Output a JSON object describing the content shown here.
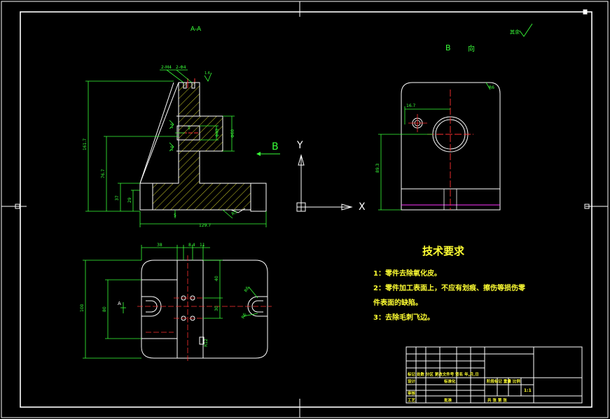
{
  "colors": {
    "background": "#000000",
    "outline": "#ffffff",
    "dimension": "#39ff39",
    "centerline": "#ff3030",
    "text_notes": "#ffff33",
    "hatch": "#ffff33",
    "hidden_line": "#ff33ff"
  },
  "views": {
    "section_label": "A-A",
    "view_b_label": "B",
    "view_b_suffix": "向",
    "arrow_b_label": "B",
    "roughness_other": "其余",
    "roughness_value": "1.6"
  },
  "section_view": {
    "callout_m4": "2-M4",
    "callout_phi4": "2-Φ4",
    "dim_height_total": "161.7",
    "dim_height_mid": "76.7",
    "dim_base_37": "37",
    "dim_base_29": "29",
    "dim_bore_60": "Φ60",
    "dim_bore_42": "Φ42",
    "dim_5": "5",
    "dim_width_total": "129.7",
    "dim_r5": "R5",
    "roughness_1": "1.6",
    "roughness_2": "1.6"
  },
  "top_view": {
    "dim_38": "38",
    "dim_8_4": "8.4",
    "dim_11": "11",
    "dim_40": "40",
    "dim_30": "30",
    "dim_80": "80",
    "dim_100": "100",
    "dim_r12": "R12",
    "dim_r6_1": "R6",
    "dim_r6_2": "R6",
    "section_mark": "A"
  },
  "view_b": {
    "dim_16_7": "16.7",
    "dim_89_3": "89.3",
    "dim_r6": "R6"
  },
  "axes": {
    "x_label": "X",
    "y_label": "Y"
  },
  "technical_requirements": {
    "title": "技术要求",
    "items": [
      "1：零件去除氧化皮。",
      "2：零件加工表面上，不应有划痕、擦伤等损伤零",
      "件表面的缺陷。",
      "3：去除毛刺飞边。"
    ]
  },
  "title_block": {
    "row_a": "标记 处数 分区 更改文件号 签名 年,月,日",
    "designer": "设计",
    "standardize": "标准化",
    "review": "审核",
    "process": "工艺",
    "approve": "批准",
    "stage_marks": "阶段标记 重量 比例",
    "scale": "1:1",
    "sheets": "共 张 第 张"
  }
}
